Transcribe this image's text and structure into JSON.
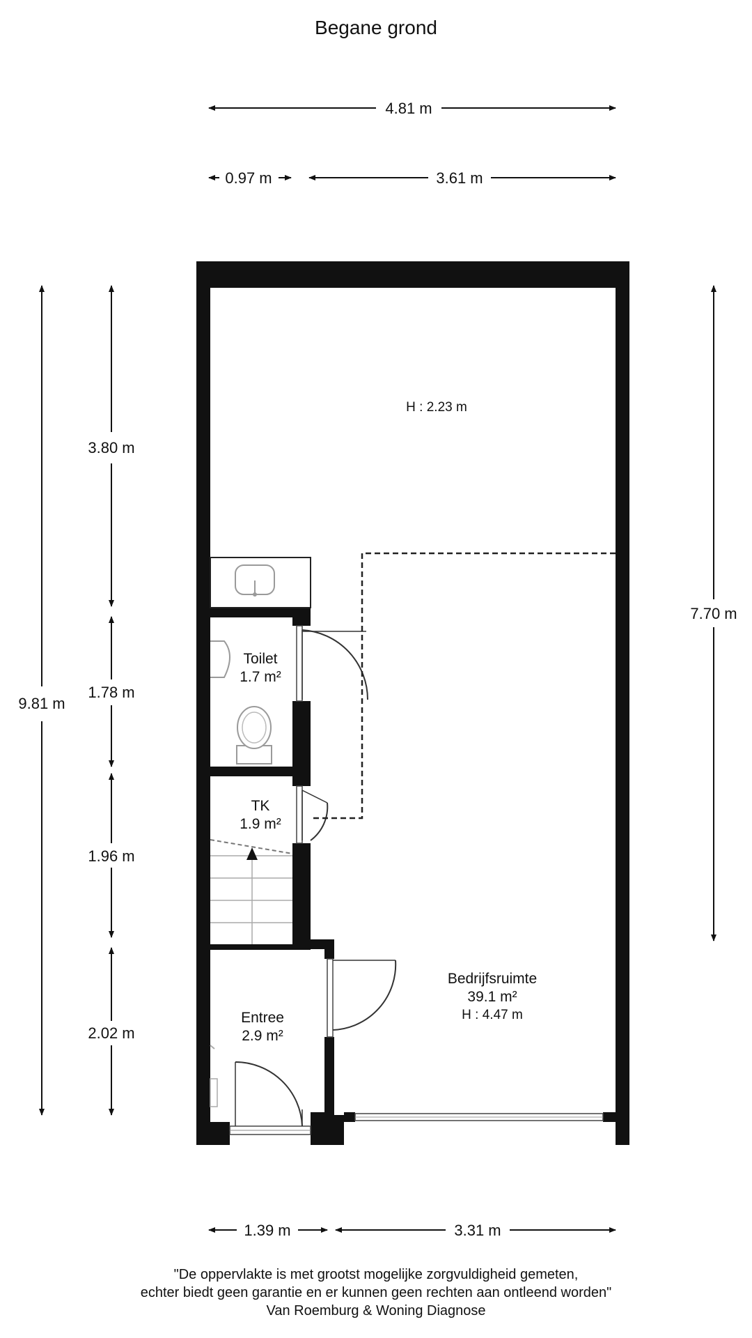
{
  "title": "Begane grond",
  "dimensions": {
    "top_total": "4.81 m",
    "top_left": "0.97 m",
    "top_right": "3.61 m",
    "left_total": "9.81 m",
    "left_seg1": "3.80 m",
    "left_seg2": "1.78 m",
    "left_seg3": "1.96 m",
    "left_seg4": "2.02 m",
    "right_seg": "7.70 m",
    "bottom_left": "1.39 m",
    "bottom_right": "3.31 m"
  },
  "rooms": {
    "upper_height": "H : 2.23 m",
    "toilet_name": "Toilet",
    "toilet_area": "1.7 m²",
    "tk_name": "TK",
    "tk_area": "1.9 m²",
    "entree_name": "Entree",
    "entree_area": "2.9 m²",
    "main_name": "Bedrijfsruimte",
    "main_area": "39.1 m²",
    "main_height": "H : 4.47 m"
  },
  "disclaimer": {
    "line1": "\"De oppervlakte is met grootst mogelijke zorgvuldigheid gemeten,",
    "line2": "echter biedt geen garantie en er kunnen geen rechten aan ontleend worden\"",
    "line3": "Van Roemburg & Woning Diagnose"
  }
}
